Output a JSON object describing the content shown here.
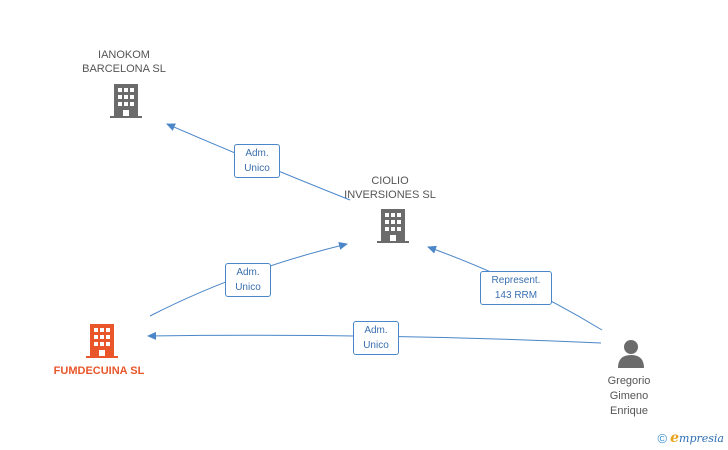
{
  "nodes": {
    "ianokom": {
      "label": "IANOKOM\nBARCELONA SL",
      "icon": "building-icon",
      "color": "#6b6b6b"
    },
    "ciolio": {
      "label": "CIOLIO\nINVERSIONES SL",
      "icon": "building-icon",
      "color": "#6b6b6b"
    },
    "fumdecuina": {
      "label": "FUMDECUINA SL",
      "icon": "building-icon",
      "color": "#e8562a"
    },
    "gregorio": {
      "label": "Gregorio\nGimeno\nEnrique",
      "icon": "person-icon",
      "color": "#6b6b6b"
    }
  },
  "edges": {
    "ciolio_to_ianokom": {
      "label": "Adm.\nUnico"
    },
    "fumdecuina_to_ciolio": {
      "label": "Adm.\nUnico"
    },
    "gregorio_to_ciolio": {
      "label": "Represent.\n143 RRM"
    },
    "gregorio_to_fumdecuina": {
      "label": "Adm.\nUnico"
    }
  },
  "colors": {
    "edge": "#4a86c8",
    "highlight": "#e8562a",
    "neutral": "#6b6b6b"
  },
  "footer": {
    "copyright": "©",
    "brand_initial": "e",
    "brand_rest": "mpresia"
  }
}
